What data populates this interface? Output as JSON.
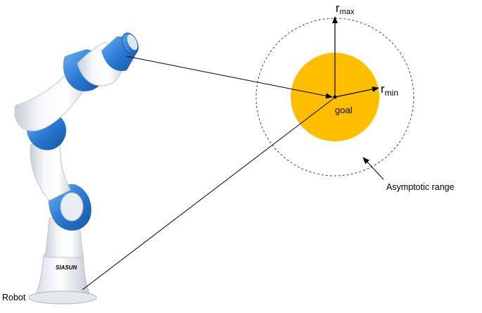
{
  "labels": {
    "r_max_main": "r",
    "r_max_sub": "max",
    "r_min_main": "r",
    "r_min_sub": "min",
    "goal": "goal",
    "asymptotic_range": "Asymptotic range",
    "robot": "Robot",
    "robot_brand": "SIASUN"
  },
  "colors": {
    "goal_fill": "#FFBF00",
    "dashed_circle": "#3B3F73",
    "robot_blue": "#2F7FD6",
    "robot_white": "#EEF1F4",
    "line": "#000000"
  }
}
